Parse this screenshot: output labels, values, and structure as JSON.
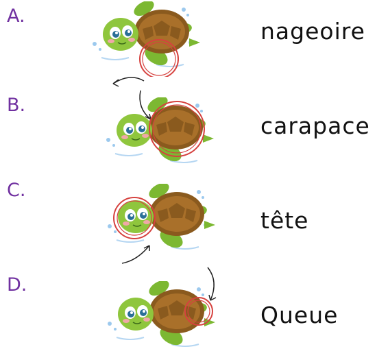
{
  "items": [
    {
      "letter": "A.",
      "word": "nageoire",
      "highlight": "flipper"
    },
    {
      "letter": "B.",
      "word": "carapace",
      "highlight": "shell"
    },
    {
      "letter": "C.",
      "word": "tête",
      "highlight": "head"
    },
    {
      "letter": "D.",
      "word": "Queue",
      "highlight": "tail"
    }
  ],
  "colors": {
    "letter": "#7030a0",
    "word": "#111111",
    "circle": "#d6423f",
    "shell": "#8a5a1e",
    "skin": "#8fc63d"
  },
  "icon": "sea-turtle-icon"
}
